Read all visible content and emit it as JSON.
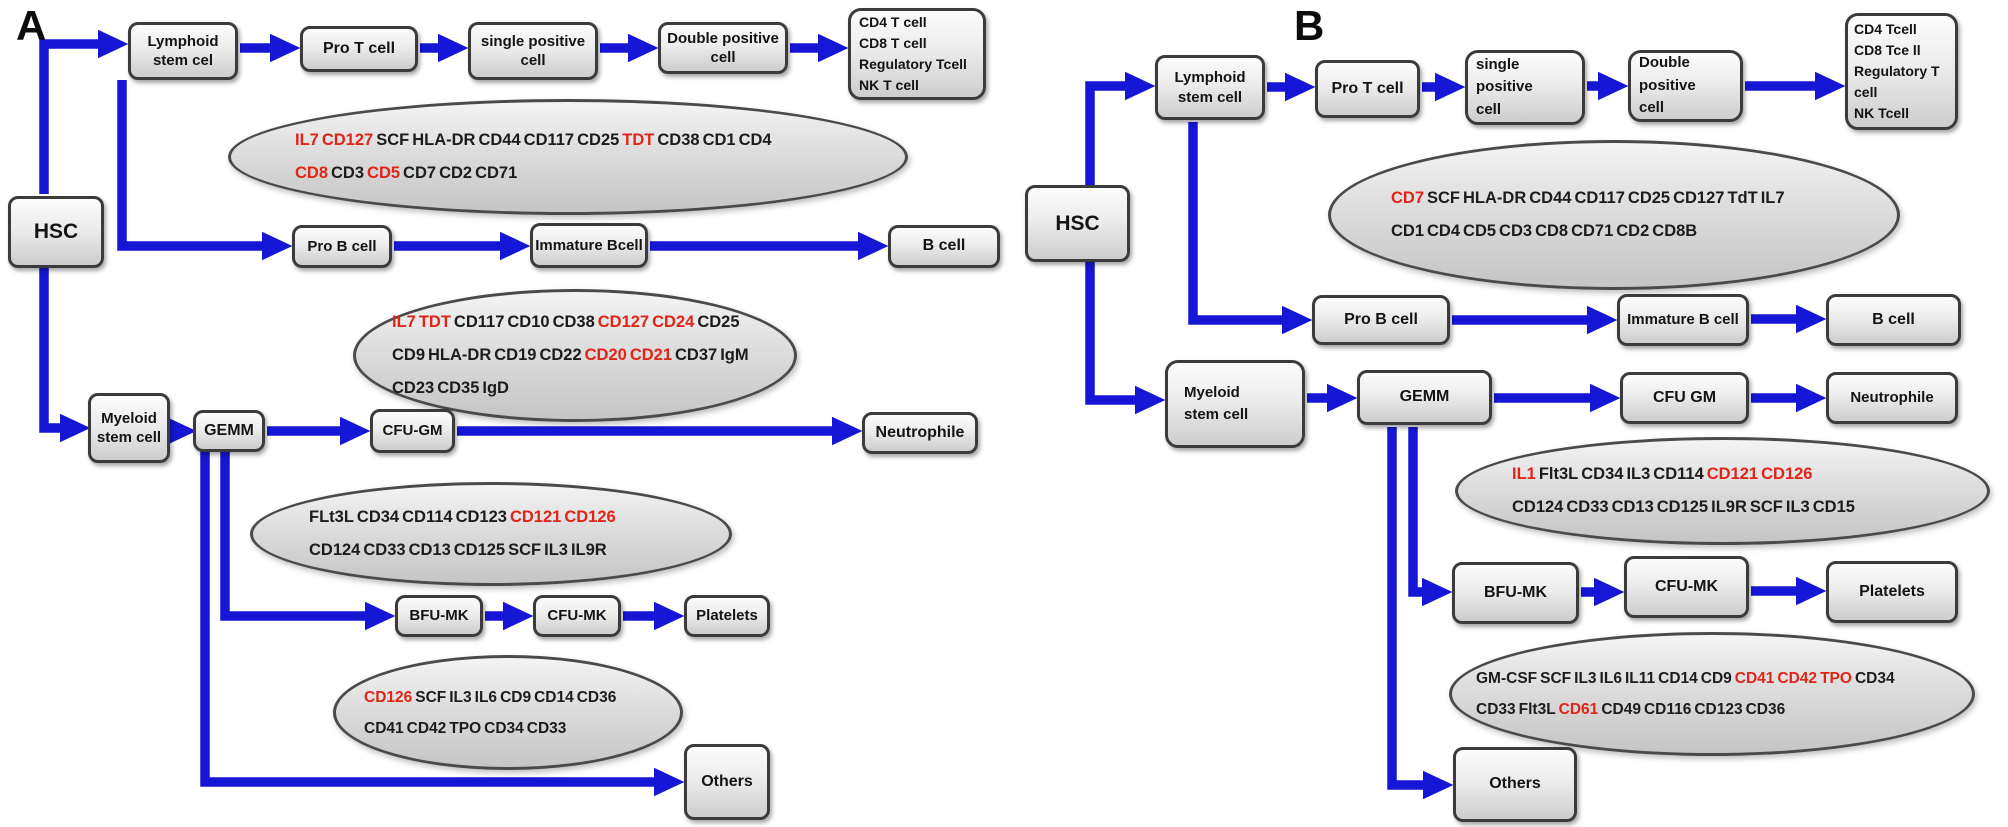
{
  "colors": {
    "arrow_blue": "#1516d6",
    "marker_red": "#e02418",
    "box_fill_top": "#fcfcfc",
    "box_fill_bottom": "#cdcdcd",
    "box_border": "#3b3b3b"
  },
  "panelA": {
    "label": "A",
    "nodes": {
      "hsc": [
        "HSC"
      ],
      "lymphoid": [
        "Lymphoid",
        "stem cel"
      ],
      "proT": [
        "Pro T cell"
      ],
      "singlePositive": [
        "single positive",
        "cell"
      ],
      "doublePositive": [
        "Double positive",
        "cell"
      ],
      "tCellTypes": [
        "CD4 T cell",
        "CD8 T cell",
        "Regulatory Tcell",
        "NK T cell"
      ],
      "proB": [
        "Pro B cell"
      ],
      "immatureB": [
        "Immature Bcell"
      ],
      "bCell": [
        "B cell"
      ],
      "myeloid": [
        "Myeloid",
        "stem cell"
      ],
      "gemm": [
        "GEMM"
      ],
      "cfuGm": [
        "CFU-GM"
      ],
      "neutrophile": [
        "Neutrophile"
      ],
      "bfuMk": [
        "BFU-MK"
      ],
      "cfuMk": [
        "CFU-MK"
      ],
      "platelets": [
        "Platelets"
      ],
      "others": [
        "Others"
      ]
    },
    "ellipses": {
      "tMarkers": [
        {
          "tokens": [
            "IL7",
            "CD127",
            "SCF",
            "HLA-DR",
            "CD44",
            "CD117",
            "CD25",
            "TDT",
            "CD38",
            "CD1",
            "CD4"
          ],
          "red": [
            0,
            1,
            7
          ]
        },
        {
          "tokens": [
            "CD8",
            "CD3",
            "CD5",
            "CD7",
            "CD2",
            "CD71"
          ],
          "red": [
            0,
            2
          ]
        }
      ],
      "bMarkers": [
        {
          "tokens": [
            "IL7",
            "TDT",
            "CD117",
            "CD10",
            "CD38",
            "CD127",
            "CD24",
            "CD25"
          ],
          "red": [
            0,
            1,
            5,
            6
          ]
        },
        {
          "tokens": [
            "CD9",
            "HLA-DR",
            "CD19",
            "CD22",
            "CD20",
            "CD21",
            "CD37",
            "IgM"
          ],
          "red": [
            4,
            5
          ]
        },
        {
          "tokens": [
            "CD23",
            "CD35",
            "IgD"
          ],
          "red": []
        }
      ],
      "gemmMarkers": [
        {
          "tokens": [
            "FLt3L",
            "CD34",
            "CD114",
            "CD123",
            "CD121",
            "CD126"
          ],
          "red": [
            4,
            5
          ]
        },
        {
          "tokens": [
            "CD124",
            "CD33",
            "CD13",
            "CD125",
            "SCF",
            "IL3",
            "IL9R"
          ],
          "red": []
        }
      ],
      "mkMarkers": [
        {
          "tokens": [
            "CD126",
            "SCF",
            "IL3",
            "IL6",
            "CD9",
            "CD14",
            "CD36"
          ],
          "red": [
            0
          ]
        },
        {
          "tokens": [
            "CD41",
            "CD42",
            "TPO",
            "CD34",
            "CD33"
          ],
          "red": []
        }
      ]
    }
  },
  "panelB": {
    "label": "B",
    "nodes": {
      "hsc": [
        "HSC"
      ],
      "lymphoid": [
        "Lymphoid",
        "stem cell"
      ],
      "proT": [
        "Pro T cell"
      ],
      "singlePositive": [
        "single positive",
        "cell"
      ],
      "doublePositive": [
        "Double positive",
        "cell"
      ],
      "tCellTypes": [
        "CD4 Tcell",
        "CD8 Tce ll",
        "Regulatory T cell",
        "NK Tcell"
      ],
      "proB": [
        "Pro B cell"
      ],
      "immatureB": [
        "Immature B cell"
      ],
      "bCell": [
        "B cell"
      ],
      "myeloid": [
        "Myeloid",
        "stem cell"
      ],
      "gemm": [
        "GEMM"
      ],
      "cfuGm": [
        "CFU GM"
      ],
      "neutrophile": [
        "Neutrophile"
      ],
      "bfuMk": [
        "BFU-MK"
      ],
      "cfuMk": [
        "CFU-MK"
      ],
      "platelets": [
        "Platelets"
      ],
      "others": [
        "Others"
      ]
    },
    "ellipses": {
      "tMarkers": [
        {
          "tokens": [
            "CD7",
            "SCF",
            "HLA-DR",
            "CD44",
            "CD117",
            "CD25",
            "CD127",
            "TdT",
            "IL7"
          ],
          "red": [
            0
          ]
        },
        {
          "tokens": [
            "CD1",
            "CD4",
            "CD5",
            "CD3",
            "CD8",
            "CD71",
            "CD2",
            "CD8B"
          ],
          "red": []
        }
      ],
      "gemmMarkers": [
        {
          "tokens": [
            "IL1",
            "Flt3L",
            "CD34",
            "IL3",
            "CD114",
            "CD121",
            "CD126"
          ],
          "red": [
            0,
            5,
            6
          ]
        },
        {
          "tokens": [
            "CD124",
            "CD33",
            "CD13",
            "CD125",
            "IL9R",
            "SCF",
            "IL3",
            "CD15"
          ],
          "red": []
        }
      ],
      "mkMarkers": [
        {
          "tokens": [
            "GM-CSF",
            "SCF",
            "IL3",
            "IL6",
            "IL11",
            "CD14",
            "CD9",
            "CD41",
            "CD42",
            "TPO",
            "CD34"
          ],
          "red": [
            7,
            8,
            9
          ]
        },
        {
          "tokens": [
            "CD33",
            "Flt3L",
            "CD61",
            "CD49",
            "CD116",
            "CD123",
            "CD36"
          ],
          "red": [
            2
          ]
        }
      ]
    }
  }
}
